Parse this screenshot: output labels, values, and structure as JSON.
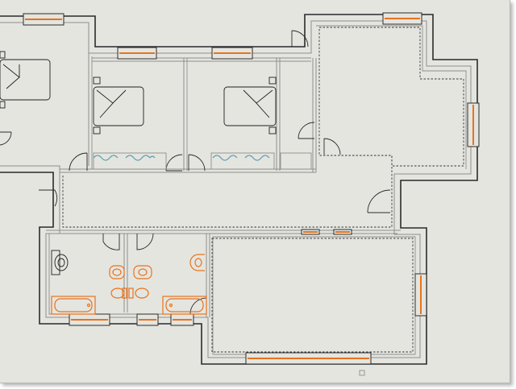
{
  "viewer": {
    "background": "#e5e5e0",
    "tool": "floor-plan-view"
  },
  "plan": {
    "colors": {
      "wall": "#2a2a2a",
      "wall_inner": "#8d8d8d",
      "furniture": "#1e1e1e",
      "fixtures": "#e8731c",
      "window_frame": "#e8731c",
      "water": "#5b9fb0",
      "dashed": "#333333"
    },
    "rooms": [
      {
        "id": "bedroom-west"
      },
      {
        "id": "bedroom-2"
      },
      {
        "id": "bedroom-3"
      },
      {
        "id": "closet"
      },
      {
        "id": "hallway"
      },
      {
        "id": "bathroom-1"
      },
      {
        "id": "bathroom-2"
      },
      {
        "id": "living-room"
      },
      {
        "id": "east-wing"
      }
    ],
    "icons": [
      "bed-icon",
      "toilet-icon",
      "bathtub-icon",
      "sink-icon",
      "door-icon",
      "window-icon",
      "curtain-icon"
    ]
  }
}
